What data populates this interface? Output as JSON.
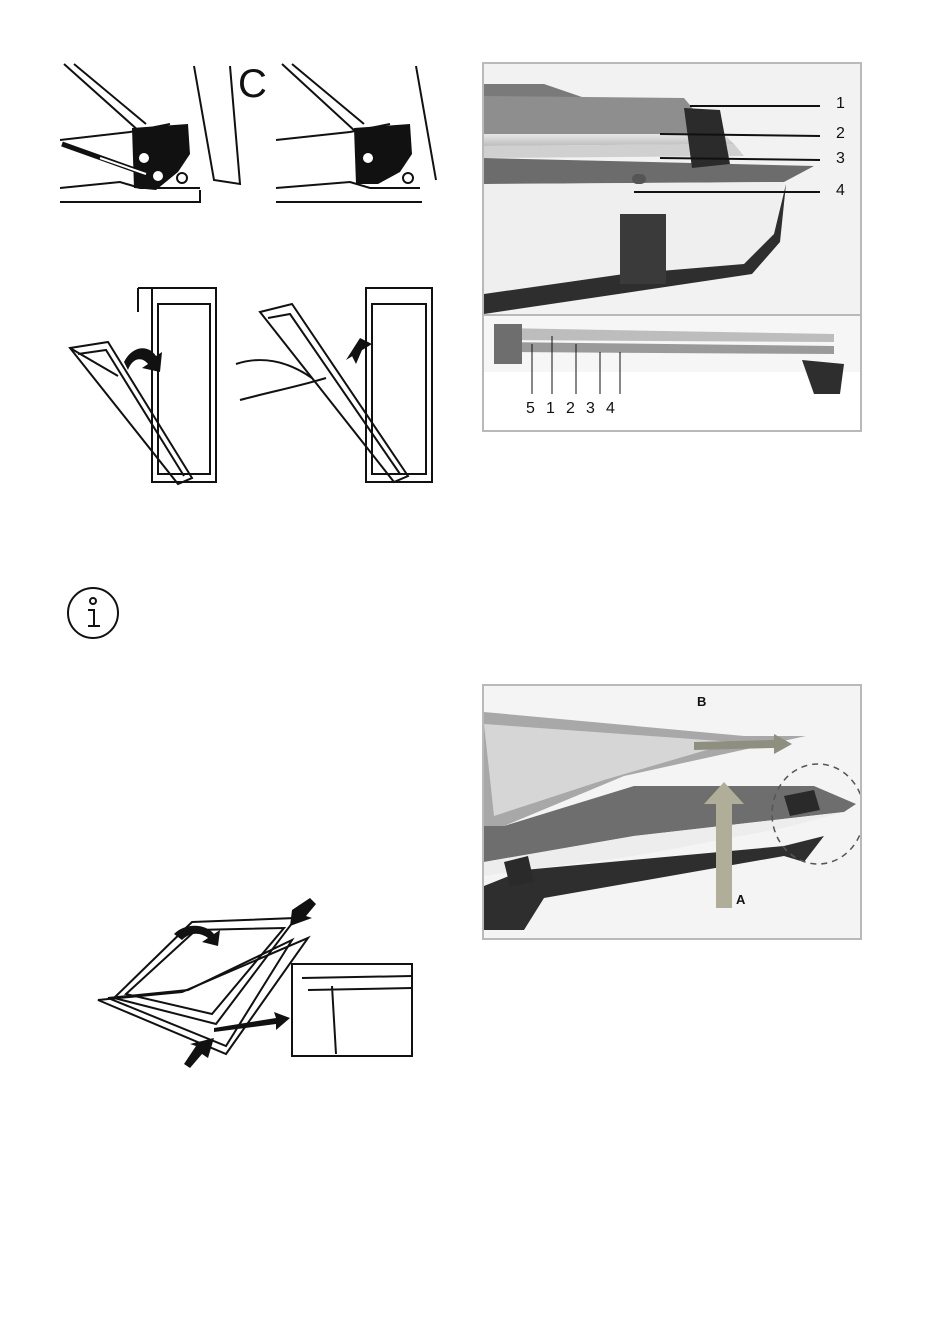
{
  "figure_c": {
    "step_letter": "C"
  },
  "layer_figure": {
    "callouts": [
      "1",
      "2",
      "3",
      "4"
    ],
    "bottom_labels": [
      "5",
      "1",
      "2",
      "3",
      "4"
    ]
  },
  "glass_figure": {
    "label_a": "A",
    "label_b": "B"
  },
  "icons": {
    "info": "info-icon"
  },
  "colors": {
    "line": "#111111",
    "frame_border": "#b9b9b9",
    "panel_dark": "#2e2e2e",
    "panel_grey": "#9a9a9a"
  }
}
